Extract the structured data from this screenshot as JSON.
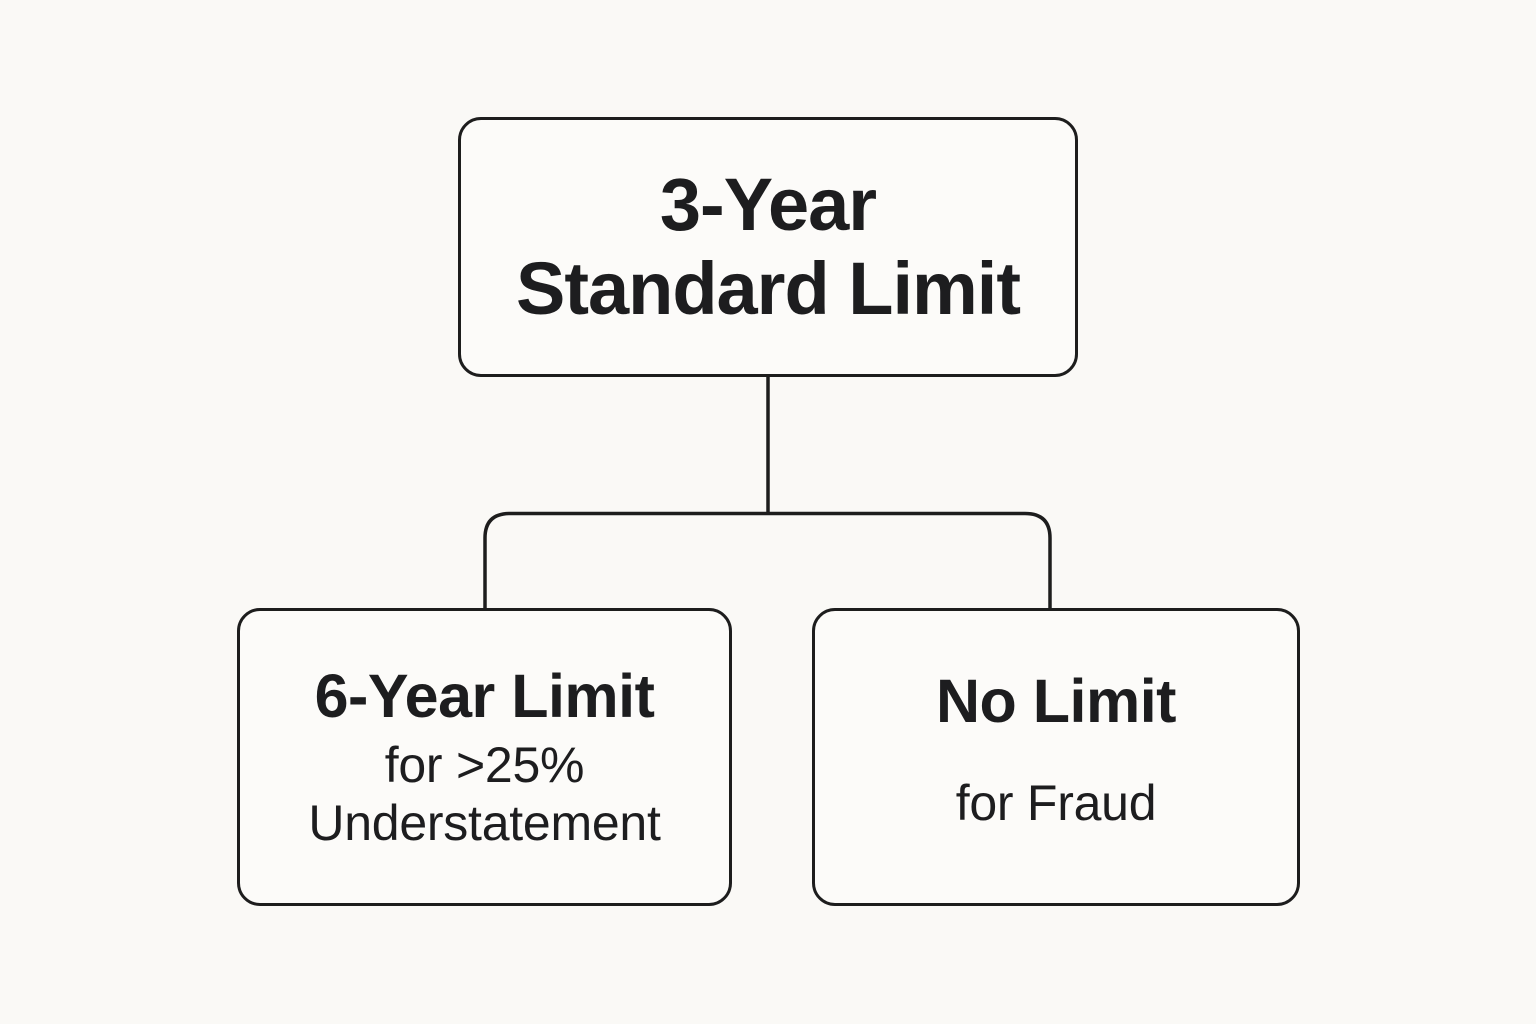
{
  "diagram": {
    "type": "flowchart",
    "description": "Tax statute of limitations flowchart: a root node branching into two child nodes",
    "colors": {
      "background": "#faf9f6",
      "node_fill": "#fcfbf9",
      "stroke": "#1d1d1d",
      "text": "#1d1d1f"
    },
    "nodes": {
      "top": {
        "line1": "3-Year",
        "line2": "Standard Limit"
      },
      "left": {
        "heading": "6-Year Limit",
        "subtitle_line1": "for >25%",
        "subtitle_line2": "Understatement"
      },
      "right": {
        "heading": "No Limit",
        "subtitle": "for Fraud"
      }
    },
    "edges": [
      {
        "from": "top",
        "to": "left"
      },
      {
        "from": "top",
        "to": "right"
      }
    ]
  }
}
